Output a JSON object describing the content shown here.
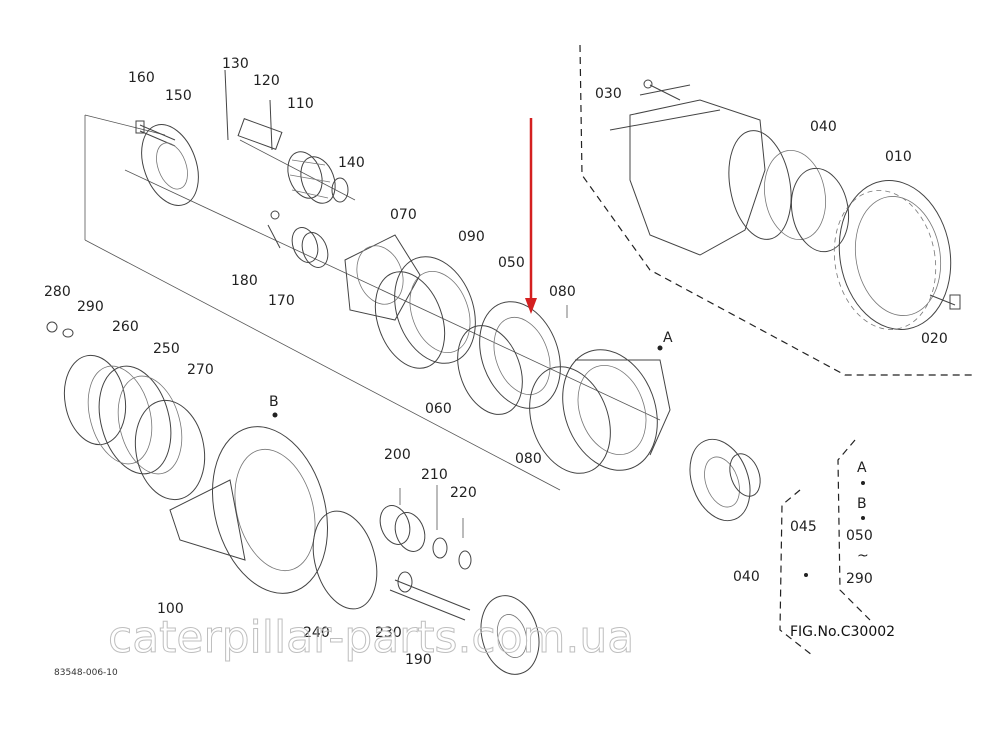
{
  "diagram": {
    "part_labels": {
      "p160": "160",
      "p150": "150",
      "p130": "130",
      "p120": "120",
      "p110": "110",
      "p140": "140",
      "p070": "070",
      "p090": "090",
      "p050": "050",
      "p080a": "080",
      "p080b": "080",
      "p060": "060",
      "p180": "180",
      "p170": "170",
      "p280": "280",
      "p290": "290",
      "p260": "260",
      "p250": "250",
      "p270": "270",
      "p200": "200",
      "p210": "210",
      "p220": "220",
      "p100": "100",
      "p240": "240",
      "p230": "230",
      "p190": "190",
      "p030": "030",
      "p040a": "040",
      "p010": "010",
      "p020": "020",
      "p045": "045",
      "p040b": "040"
    },
    "ref_a": "A",
    "ref_b": "B",
    "legend": {
      "a": "A",
      "b": "B",
      "from": "050",
      "tilde": "~",
      "to": "290"
    },
    "figure_number": "FIG.No.C30002",
    "drawing_code": "83548-006-10",
    "watermark": "caterpillar-parts.com.ua",
    "arrow_color": "#d42020"
  }
}
